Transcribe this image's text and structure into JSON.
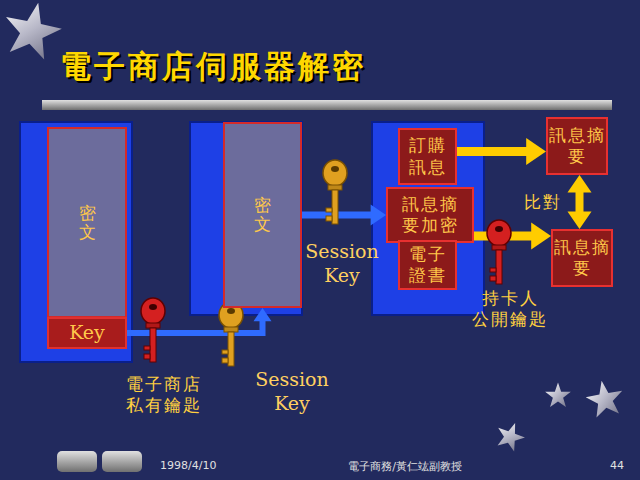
{
  "diagram": {
    "title": "電子商店伺服器解密",
    "nodes": [
      {
        "text": [
          "密文"
        ]
      },
      {
        "text": [
          "Key"
        ]
      },
      {
        "text": [
          "密文"
        ]
      },
      {
        "text": [
          "訂購訊息"
        ]
      },
      {
        "text": [
          "訊息摘要加密"
        ]
      },
      {
        "text": [
          "電子證書"
        ]
      },
      {
        "text": [
          "訊息摘要"
        ]
      },
      {
        "text": [
          "訊息摘要"
        ]
      }
    ],
    "edges": [
      {
        "from": 1,
        "to": 2,
        "arrow": "to"
      },
      {
        "from": 2,
        "to": 4,
        "arrow": "to"
      },
      {
        "from": 3,
        "to": 6,
        "arrow": "to"
      },
      {
        "from": 4,
        "to": 7,
        "arrow": "to"
      },
      {
        "from": 6,
        "to": 7,
        "arrow": "both",
        "label": "比對"
      }
    ],
    "labels": [
      "電子商店 私有鑰匙",
      "Session Key",
      "Session Key",
      "持卡人 公開鑰匙",
      "1998/4/10",
      "電子商務/黃仁竑副教授",
      "44"
    ]
  }
}
